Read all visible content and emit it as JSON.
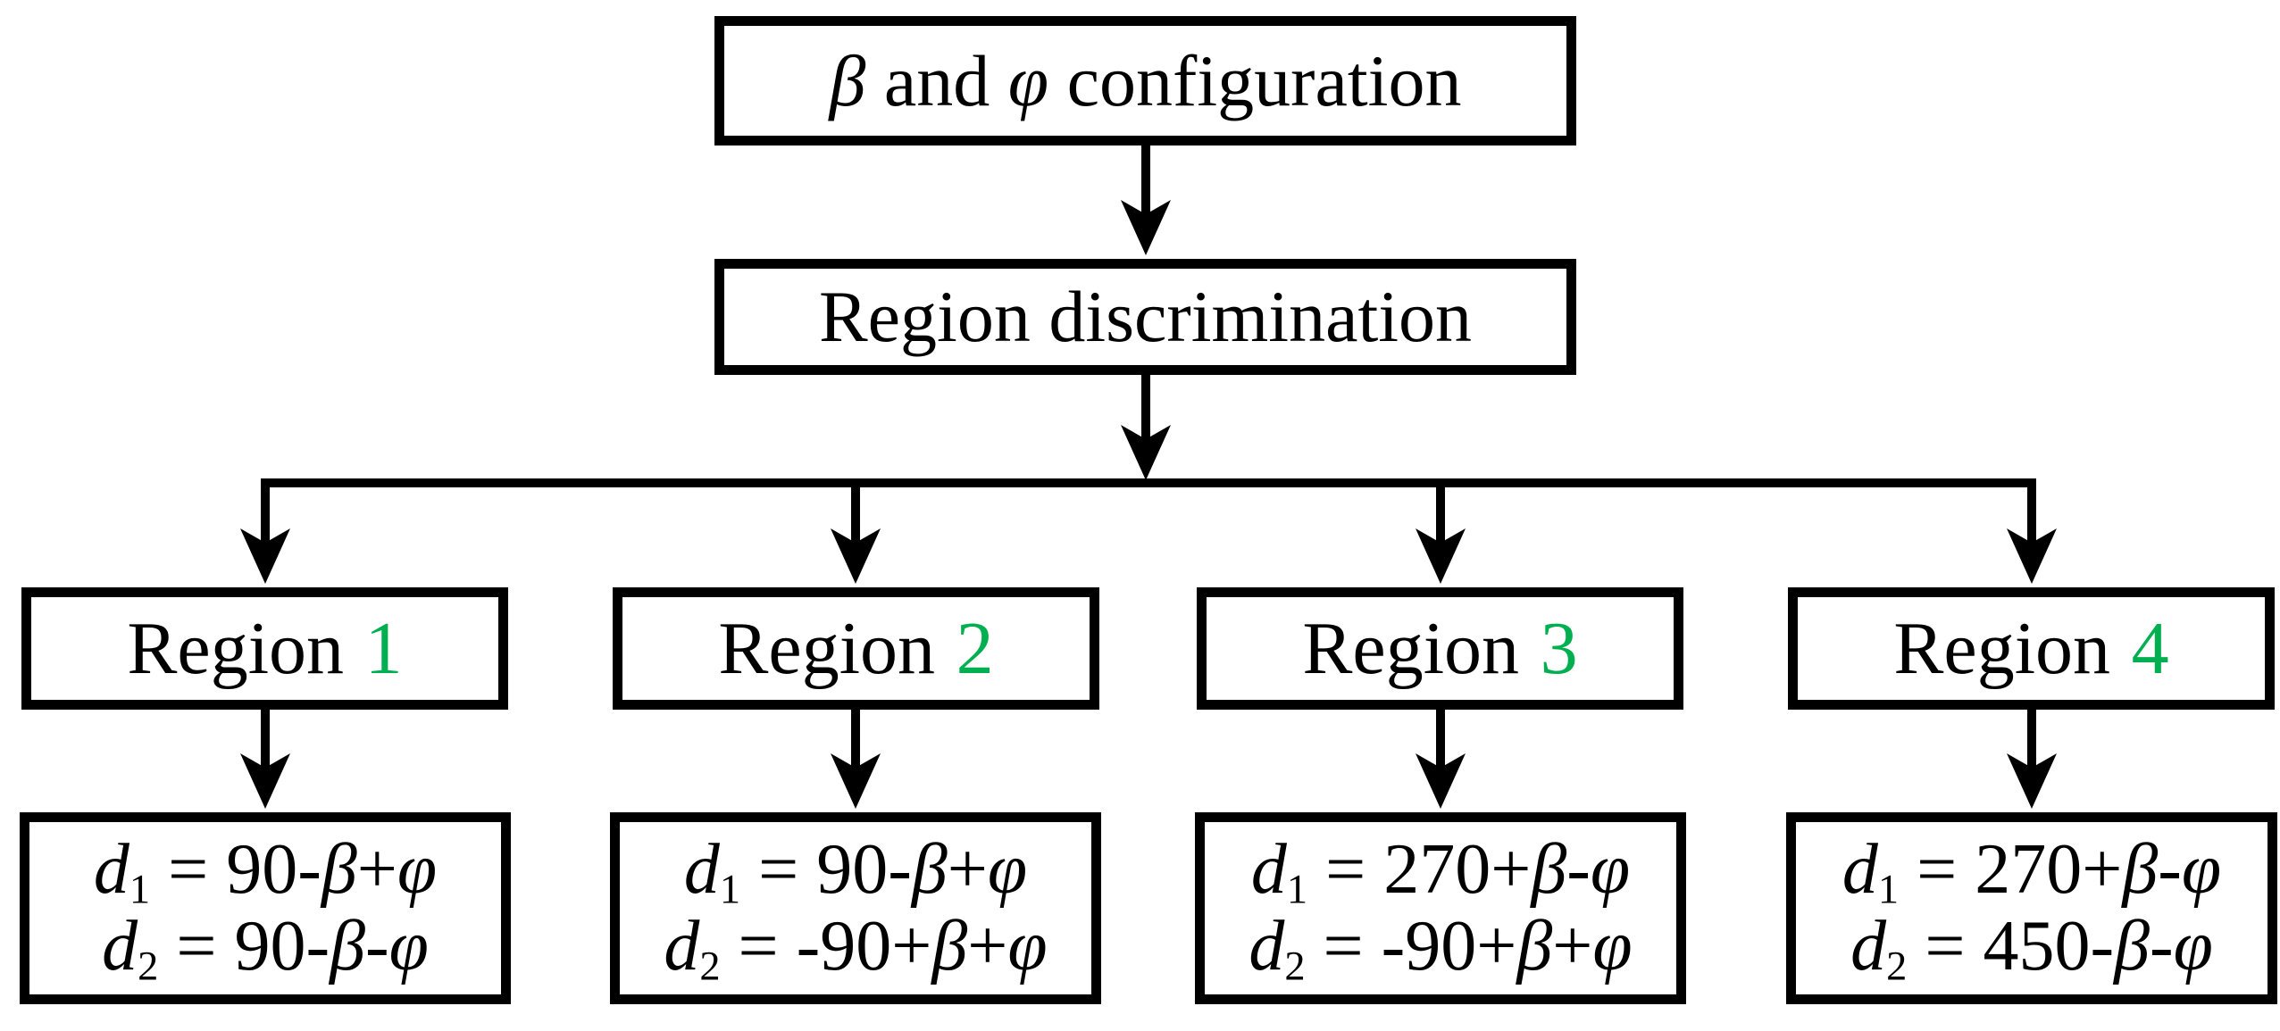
{
  "colors": {
    "accent_green": "#00B050",
    "line_black": "#000000"
  },
  "top_box": {
    "text": "β and φ configuration"
  },
  "discrimination_box": {
    "text": "Region discrimination"
  },
  "regions": [
    {
      "label": "Region",
      "number": "1",
      "formulas": [
        {
          "var": "d",
          "sub": "1",
          "expr": " = 90-β+φ"
        },
        {
          "var": "d",
          "sub": "2",
          "expr": " = 90-β-φ"
        }
      ]
    },
    {
      "label": "Region",
      "number": "2",
      "formulas": [
        {
          "var": "d",
          "sub": "1",
          "expr": " = 90-β+φ"
        },
        {
          "var": "d",
          "sub": "2",
          "expr": " = -90+β+φ"
        }
      ]
    },
    {
      "label": "Region",
      "number": "3",
      "formulas": [
        {
          "var": "d",
          "sub": "1",
          "expr": " = 270+β-φ"
        },
        {
          "var": "d",
          "sub": "2",
          "expr": " = -90+β+φ"
        }
      ]
    },
    {
      "label": "Region",
      "number": "4",
      "formulas": [
        {
          "var": "d",
          "sub": "1",
          "expr": " = 270+β-φ"
        },
        {
          "var": "d",
          "sub": "2",
          "expr": " = 450-β-φ"
        }
      ]
    }
  ]
}
